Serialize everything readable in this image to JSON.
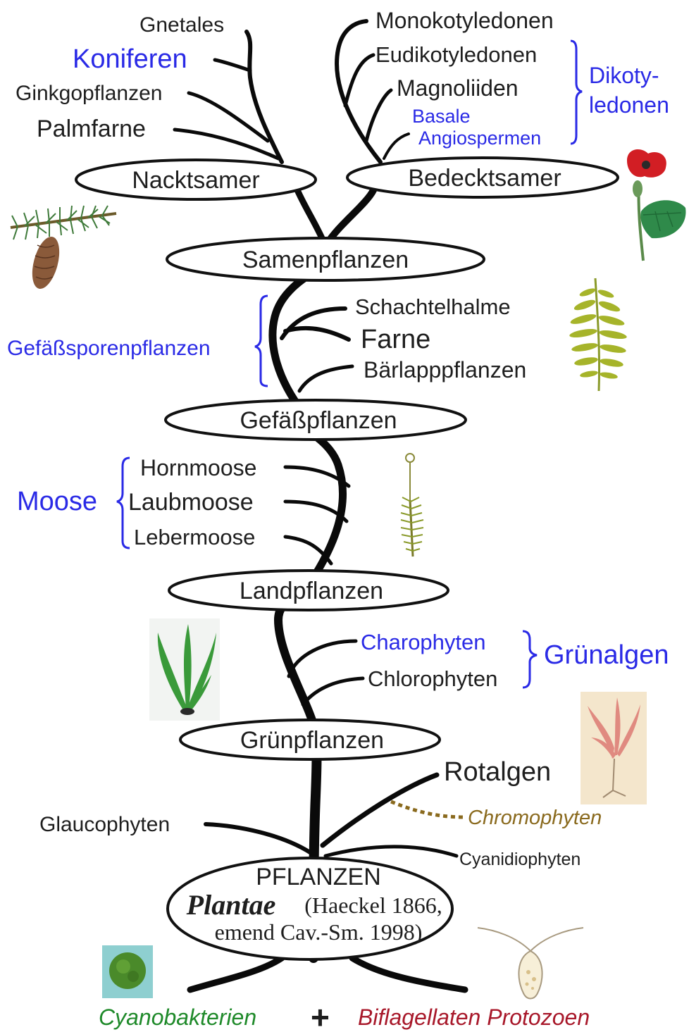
{
  "nodes": {
    "nacktsamer": "Nacktsamer",
    "bedecktsamer": "Bedecktsamer",
    "samenpflanzen": "Samenpflanzen",
    "gefaesspflanzen": "Gefäßpflanzen",
    "landpflanzen": "Landpflanzen",
    "gruenpflanzen": "Grünpflanzen",
    "root_title": "PFLANZEN",
    "root_plantae": "Plantae",
    "root_author": "(Haeckel 1866,",
    "root_emend": "emend Cav.-Sm. 1998)"
  },
  "gymnosperms": [
    "Gnetales",
    "Koniferen",
    "Ginkgopflanzen",
    "Palmfarne"
  ],
  "angiosperms": {
    "monokotyledonen": "Monokotyledonen",
    "eudikotyledonen": "Eudikotyledonen",
    "magnoliiden": "Magnoliiden",
    "basale_1": "Basale",
    "basale_2": "Angiospermen",
    "dikotyledonen_1": "Dikoty-",
    "dikotyledonen_2": "ledonen"
  },
  "vascular_spore": {
    "group": "Gefäßsporenpflanzen",
    "items": [
      "Schachtelhalme",
      "Farne",
      "Bärlapppflanzen"
    ]
  },
  "mosses": {
    "group": "Moose",
    "items": [
      "Hornmoose",
      "Laubmoose",
      "Lebermoose"
    ]
  },
  "green_algae": {
    "group": "Grünalgen",
    "items": [
      "Charophyten",
      "Chlorophyten"
    ]
  },
  "basal": {
    "glaucophyten": "Glaucophyten",
    "rotalgen": "Rotalgen",
    "chromophyten": "Chromophyten",
    "cyanidiophyten": "Cyanidiophyten"
  },
  "origin": {
    "cyanobakterien": "Cyanobakterien",
    "plus": "+",
    "biflagellaten": "Biflagellaten Protozoen"
  },
  "colors": {
    "label": "#1e1e1e",
    "group_blue": "#2a2ae6",
    "chromophyten": "#8a6a1e",
    "cyanobakterien": "#1f8a2a",
    "biflagellaten": "#a8182a"
  },
  "illustrations": [
    "pine-branch-icon",
    "poppy-flower-icon",
    "fern-frond-icon",
    "moss-plant-icon",
    "green-alga-icon",
    "red-alga-icon",
    "cyanobacterium-icon",
    "flagellate-icon"
  ]
}
